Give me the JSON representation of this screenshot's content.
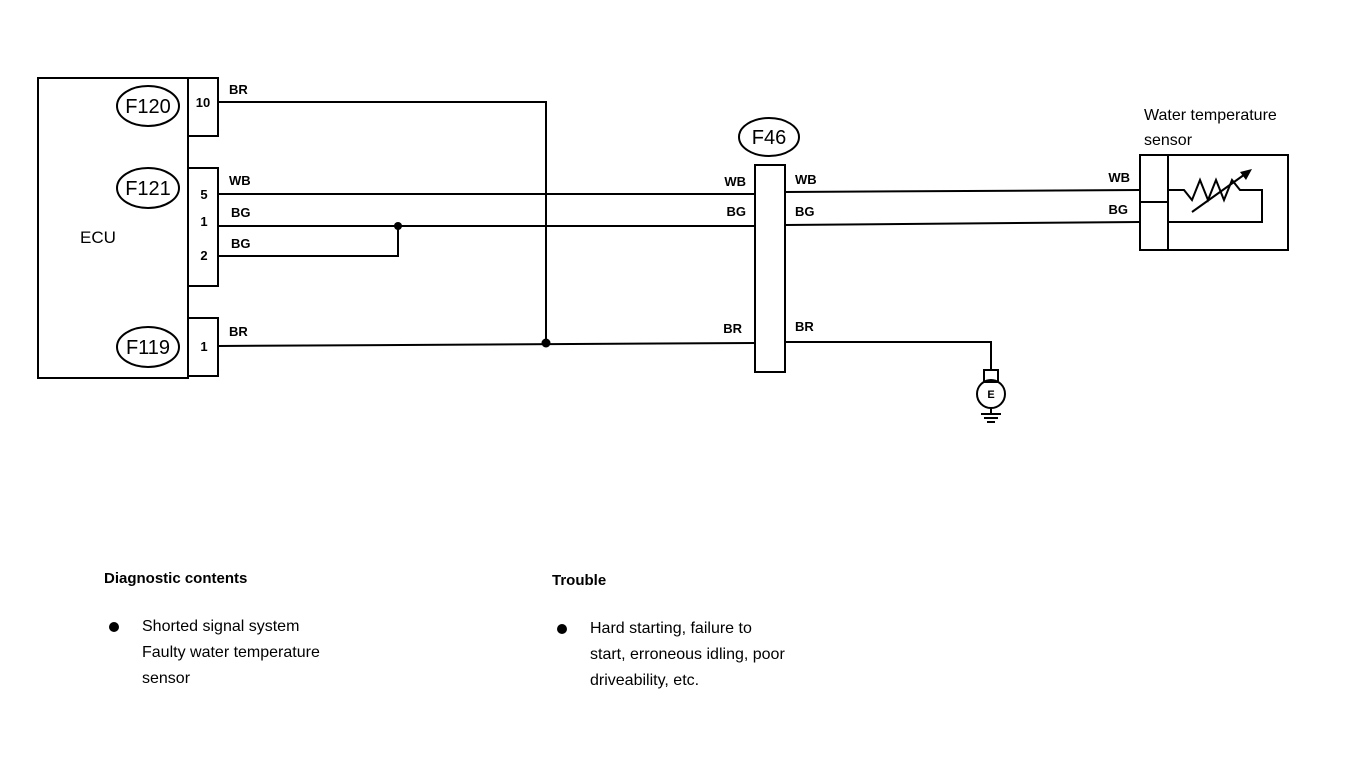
{
  "ecu": {
    "label": "ECU"
  },
  "connectors": {
    "f120": {
      "id": "F120",
      "pins": [
        "10"
      ]
    },
    "f121": {
      "id": "F121",
      "pins": [
        "5",
        "1",
        "2"
      ]
    },
    "f119": {
      "id": "F119",
      "pins": [
        "1"
      ]
    },
    "f46": {
      "id": "F46"
    }
  },
  "wires": {
    "f120_pin10": "BR",
    "f121_pin5": "WB",
    "f121_pin1": "BG",
    "f121_pin2": "BG",
    "f119_pin1": "BR",
    "f46_in_wb": "WB",
    "f46_in_bg": "BG",
    "f46_in_br": "BR",
    "f46_out_wb": "WB",
    "f46_out_bg": "BG",
    "f46_out_br": "BR",
    "sensor_wb": "WB",
    "sensor_bg": "BG"
  },
  "sensor": {
    "title_line1": "Water temperature",
    "title_line2": "sensor"
  },
  "ground": {
    "label": "E"
  },
  "diagnostic": {
    "heading": "Diagnostic contents",
    "items": [
      {
        "lines": [
          "Shorted signal system",
          "Faulty water temperature",
          "sensor"
        ]
      }
    ]
  },
  "trouble": {
    "heading": "Trouble",
    "items": [
      {
        "lines": [
          "Hard starting, failure to",
          "start, erroneous idling, poor",
          "driveability, etc."
        ]
      }
    ]
  }
}
